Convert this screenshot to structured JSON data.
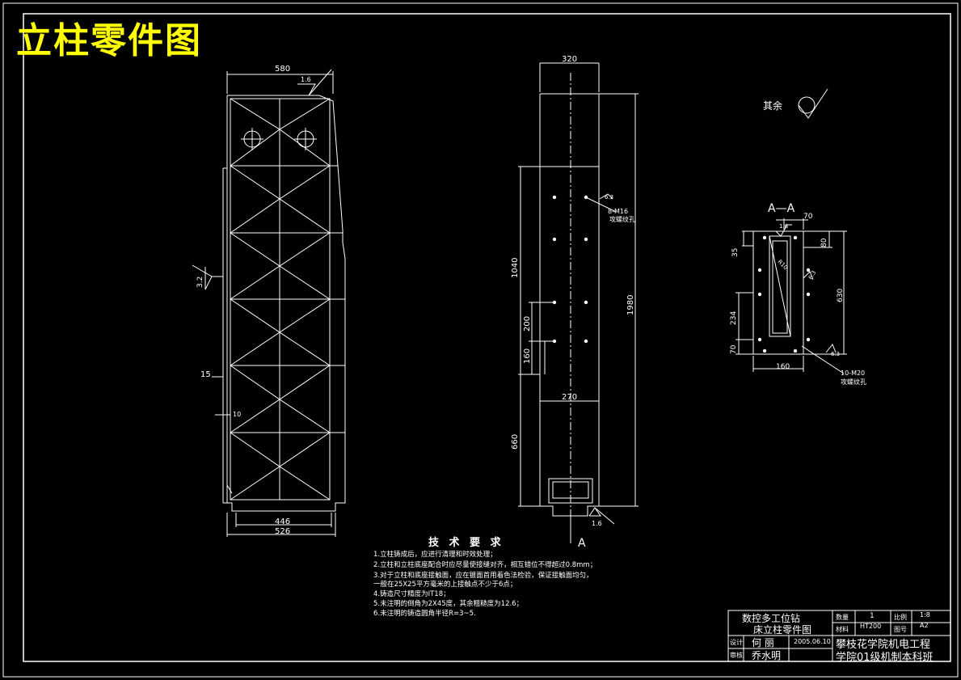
{
  "title": "立柱零件图",
  "views": {
    "left": {
      "dim_top": "580",
      "rough_top": "1.6",
      "rough_side": "3.2",
      "dim_15": "15",
      "dim_10": "10",
      "dim_446": "446",
      "dim_526": "526"
    },
    "middle": {
      "dim_top": "320",
      "dim_1040": "1040",
      "dim_1980": "1980",
      "dim_200": "200",
      "dim_160": "160",
      "dim_270": "270",
      "dim_660": "660",
      "rough_hole": "6.3",
      "hole_note_1": "8-M16",
      "hole_note_2": "攻螺纹孔",
      "rough_bottom": "1.6",
      "section_mark": "A"
    },
    "section": {
      "label": "A—A",
      "dim_70_top": "70",
      "dim_80": "80",
      "dim_35": "35",
      "dim_630": "630",
      "dim_234": "234",
      "dim_70_bot": "70",
      "dim_160": "160",
      "rough_top": "1.6",
      "rough_side": "6.3",
      "rough_hole": "6.3",
      "inner_r": "R10",
      "hole_note_1": "10-M20",
      "hole_note_2": "攻螺纹孔"
    },
    "other_rough": "其余"
  },
  "tech_req": {
    "heading": "技 术 要 求",
    "items": [
      "1.立柱铸成后，应进行清理和时效处理；",
      "2.立柱和立柱底座配合时应尽量使接缝对齐，相互错位不得超过0.8mm；",
      "3.对于立柱和底座接触面，应在镀面首用着色法检验，保证接触面均匀，",
      "  一般在25X25平方毫米的上接触点不少于6点；",
      "4.铸造尺寸精度为IT18；",
      "5.未注明的倒角为2X45度，其余粗糙度为12.6；",
      "6.未注明的铸造圆角半径R=3~5."
    ]
  },
  "title_block": {
    "name_1": "数控多工位钻",
    "name_2": "床立柱零件图",
    "qty_label": "数量",
    "qty": "1",
    "scale_label": "比例",
    "scale": "1:8",
    "mat_label": "材料",
    "material": "HT200",
    "drawno_label": "图号",
    "drawno": "A2",
    "design_label": "设计",
    "designer": "何  丽",
    "date": "2005.06.10",
    "review_label": "审核",
    "reviewer": "乔水明",
    "school_1": "攀枝花学院机电工程",
    "school_2": "学院01级机制本科班"
  }
}
